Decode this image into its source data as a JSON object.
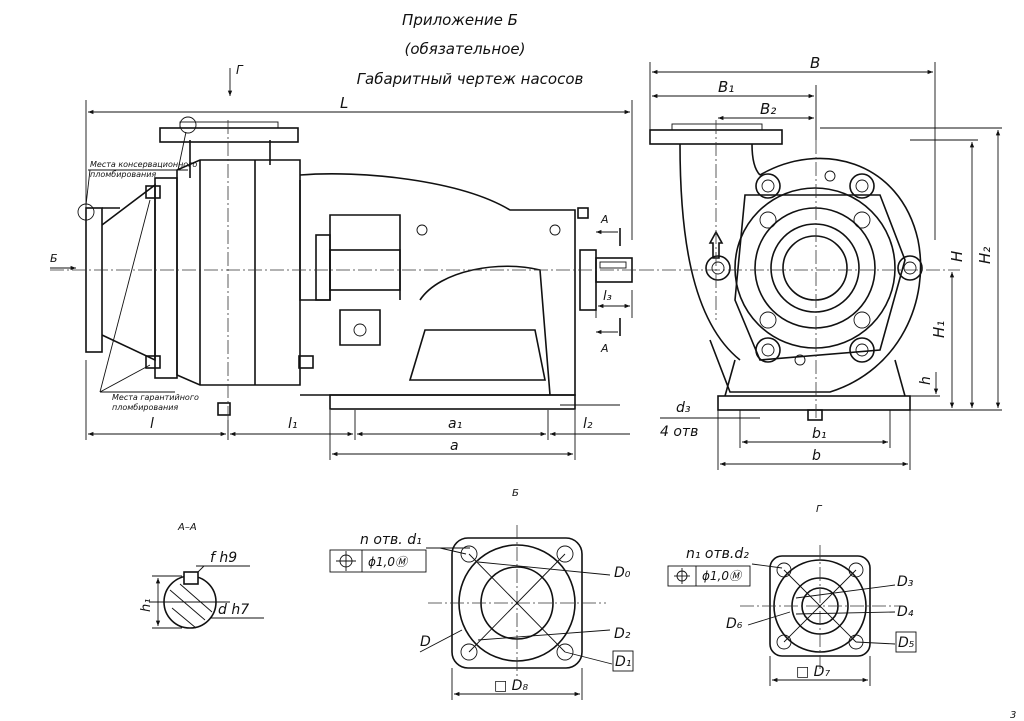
{
  "header": {
    "line1": "Приложение Б",
    "line2": "(обязательное)",
    "line3": "Габаритный чертеж насосов"
  },
  "notes": {
    "conservation_seal": "Места консервационного",
    "conservation_seal_2": "пломбирования",
    "warranty_seal": "Места гарантийного",
    "warranty_seal_2": "пломбирования"
  },
  "view_labels": {
    "view_g_arrow": "Г",
    "view_b_arrow": "Б",
    "section_a": "А",
    "section_aa": "А–А",
    "view_b": "Б",
    "view_g": "Г"
  },
  "side_view": {
    "L": "L",
    "l": "l",
    "l1": "l₁",
    "a1": "a₁",
    "l2": "l₂",
    "a": "a",
    "l3": "l₃"
  },
  "front_view": {
    "B": "B",
    "B1": "B₁",
    "B2": "B₂",
    "H": "H",
    "H2": "H₂",
    "H1": "H₁",
    "h": "h",
    "d3": "d₃",
    "holes": "4 отв",
    "b1": "b₁",
    "b": "b"
  },
  "section_aa": {
    "f": "f h9",
    "d": "d h7",
    "h1": "h₁"
  },
  "view_b_detail": {
    "holes": "n отв. d₁",
    "tolerance": "ϕ1,0Ⓜ",
    "D0": "D₀",
    "D2": "D₂",
    "D1": "D₁",
    "D": "D",
    "D8": "□ D₈"
  },
  "view_g_detail": {
    "holes": "n₁ отв.d₂",
    "tolerance": "ϕ1,0Ⓜ",
    "D3": "D₃",
    "D4": "D₄",
    "D5": "D₅",
    "D6": "D₆",
    "D7": "□ D₇"
  },
  "page_number": "3"
}
